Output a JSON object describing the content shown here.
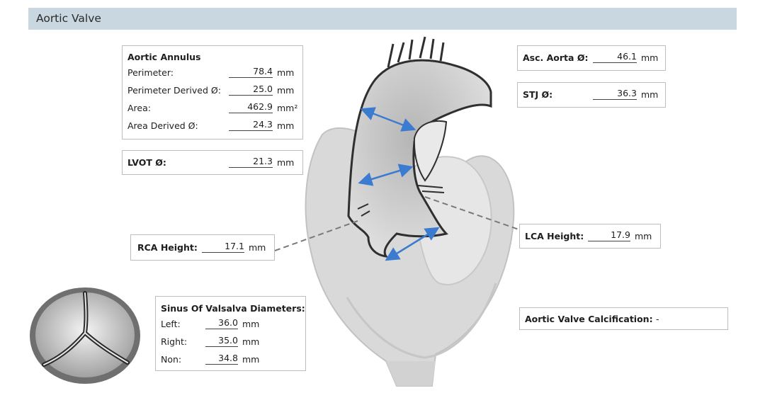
{
  "header": {
    "title": "Aortic Valve"
  },
  "annulus": {
    "title": "Aortic Annulus",
    "rows": [
      {
        "label": "Perimeter:",
        "value": "78.4",
        "unit": "mm"
      },
      {
        "label": "Perimeter Derived Ø:",
        "value": "25.0",
        "unit": "mm"
      },
      {
        "label": "Area:",
        "value": "462.9",
        "unit": "mm²"
      },
      {
        "label": "Area Derived Ø:",
        "value": "24.3",
        "unit": "mm"
      }
    ]
  },
  "lvot": {
    "label": "LVOT Ø:",
    "value": "21.3",
    "unit": "mm"
  },
  "rca": {
    "label": "RCA Height:",
    "value": "17.1",
    "unit": "mm"
  },
  "sinus": {
    "title": "Sinus Of Valsalva Diameters:",
    "rows": [
      {
        "label": "Left:",
        "value": "36.0",
        "unit": "mm"
      },
      {
        "label": "Right:",
        "value": "35.0",
        "unit": "mm"
      },
      {
        "label": "Non:",
        "value": "34.8",
        "unit": "mm"
      }
    ]
  },
  "asc_aorta": {
    "label": "Asc. Aorta Ø:",
    "value": "46.1",
    "unit": "mm"
  },
  "stj": {
    "label": "STJ Ø:",
    "value": "36.3",
    "unit": "mm"
  },
  "lca": {
    "label": "LCA Height:",
    "value": "17.9",
    "unit": "mm"
  },
  "calcification": {
    "label": "Aortic Valve Calcification:",
    "value": "-"
  },
  "colors": {
    "header_bg": "#c9d7e1",
    "arrow": "#3b7bd0",
    "box_border": "#bdbdbd"
  }
}
